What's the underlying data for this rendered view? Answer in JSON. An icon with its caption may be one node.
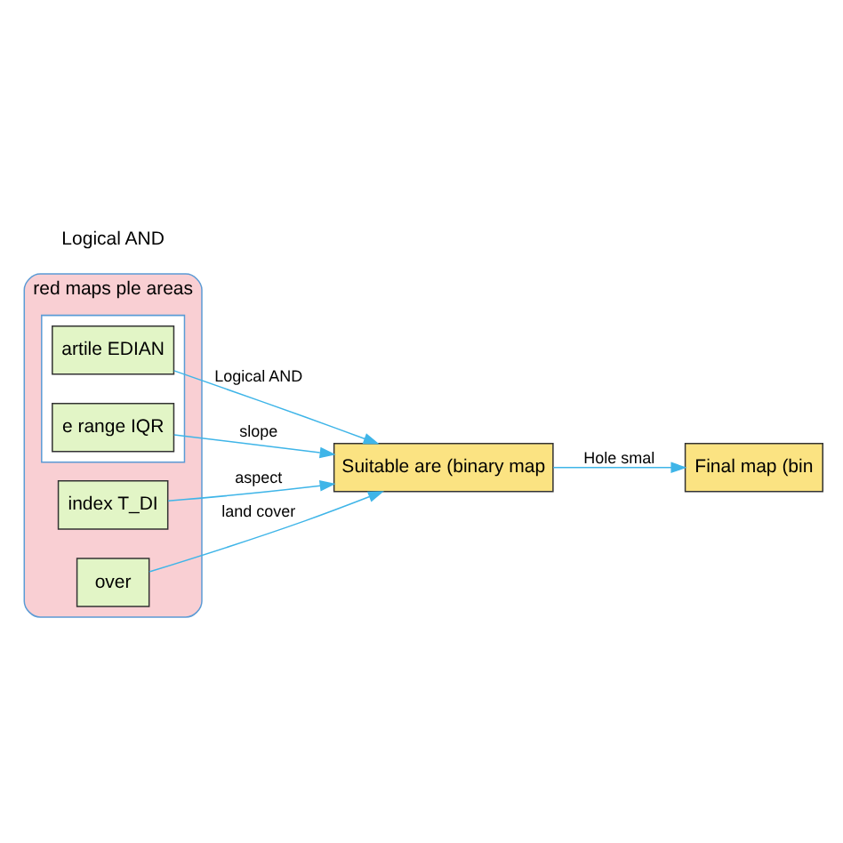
{
  "diagram": {
    "nodes": [
      {
        "text": [
          "red maps ple areas"
        ]
      },
      {
        "text": [],
        "shape": "box",
        "in": 0
      },
      {
        "text": [
          "artile EDIAN"
        ],
        "in": 1
      },
      {
        "text": [
          "e range IQR"
        ],
        "in": 1
      },
      {
        "text": [
          "index T_DI"
        ],
        "in": 0
      },
      {
        "text": [
          "over"
        ],
        "in": 0
      },
      {
        "text": [
          "Suitable are (binary map"
        ]
      },
      {
        "text": [
          "Final map (bin"
        ]
      }
    ],
    "edges": [
      {
        "from": 2,
        "to": 6,
        "arrow": "to",
        "label": "Logical AND"
      },
      {
        "from": 3,
        "to": 6,
        "arrow": "to",
        "label": "slope"
      },
      {
        "from": 4,
        "to": 6,
        "arrow": "to",
        "label": "aspect"
      },
      {
        "from": 5,
        "to": 6,
        "arrow": "to",
        "label": "land cover"
      },
      {
        "from": 6,
        "to": 7,
        "arrow": "to",
        "label": "Hole smal"
      }
    ],
    "labels": [
      "Logical AND"
    ]
  }
}
